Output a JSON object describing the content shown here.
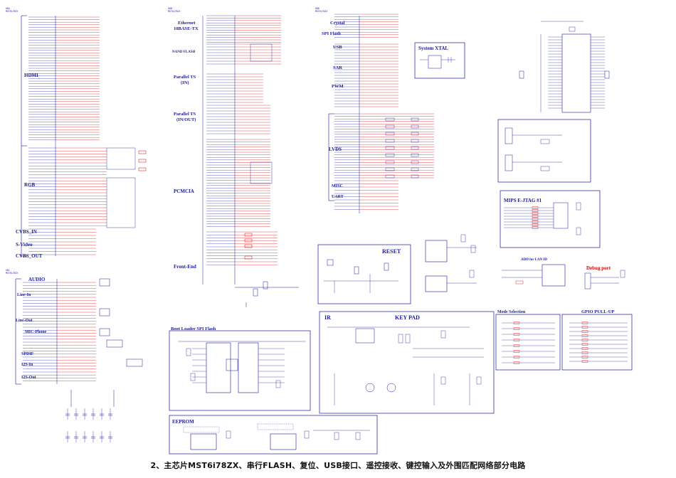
{
  "sections": {
    "hdmi": "HDMI",
    "rgb": "RGB",
    "cvbs_in": "CVBS_IN",
    "s_video": "S-Video",
    "cvbs_out": "CVBS_OUT",
    "audio": "AUDIO",
    "line_in": "Line-In",
    "line_out": "Line-Out",
    "mic_phone": "MIC-Phone",
    "spdif": "SPDIF",
    "i2s_in": "I2S-In",
    "i2s_out": "I2S-Out",
    "ethernet": "Ethernet\n10BASE-TX",
    "nand_flash": "NAND FLASH",
    "parallel_ts_in": "Parallel TS\n(IN)",
    "parallel_ts_out": "Parallel TS\n(IN/OUT)",
    "pcmcia": "PCMCIA",
    "front_end": "Front-End",
    "crystal": "Crystal",
    "spi_flash": "SPI Flash",
    "usb": "USB",
    "sar": "SAR",
    "pwm": "PWM",
    "lvds": "LVDS",
    "misc": "MISC",
    "uart": "UART",
    "system_xtal": "System XTAL",
    "reset": "RESET",
    "ir": "IR",
    "key_pad": "KEY PAD",
    "boot_loader": "Boot Loader SPI Flash",
    "eeprom": "EEPROM",
    "mips_jtag": "MIPS E-JTAG #1",
    "debug_port": "Debug port",
    "mode_selection": "Mode Selection",
    "gpio_pullup": "GPIO PULL-UP",
    "add_for_lan_id": "ADD for LAN ID"
  },
  "caption": "2、主芯片MST6i78ZX、串行FLASH、复位、USB接口、遥控接收、键控输入及外围匹配网络部分电路",
  "colors": {
    "wire": "#1a1aa0",
    "net": "#d40000",
    "border": "#1a1aa0",
    "caption": "#111111"
  }
}
